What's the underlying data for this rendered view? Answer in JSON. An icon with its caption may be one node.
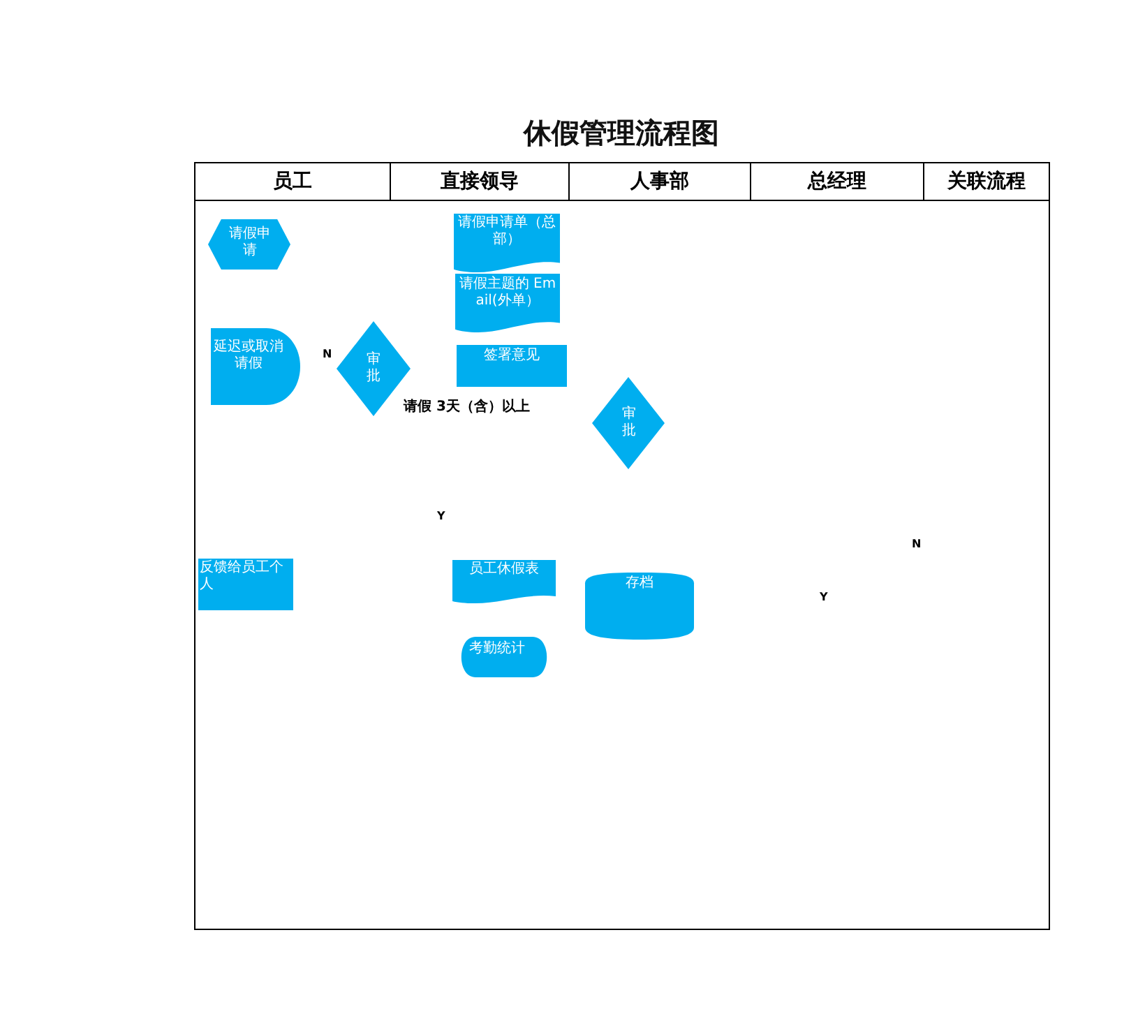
{
  "diagram": {
    "title": "休假管理流程图",
    "nodes": [
      {
        "text": [
          "请假申请"
        ]
      },
      {
        "text": [
          "请假申请单（总部）"
        ]
      },
      {
        "text": [
          "请假主题的 Email(外单）"
        ]
      },
      {
        "text": [
          "延迟或取消请假"
        ]
      },
      {
        "text": [
          "审批"
        ]
      },
      {
        "text": [
          "签署意见"
        ]
      },
      {
        "text": [
          "审批"
        ]
      },
      {
        "text": [
          "反馈给员工个人"
        ]
      },
      {
        "text": [
          "员工休假表"
        ]
      },
      {
        "text": [
          "存档"
        ]
      },
      {
        "text": [
          "考勤统计"
        ]
      }
    ],
    "labels": [
      "员工",
      "直接领导",
      "人事部",
      "总经理",
      "关联流程",
      "N",
      "请假 3天（含）以上",
      "Y",
      "N",
      "Y"
    ]
  }
}
